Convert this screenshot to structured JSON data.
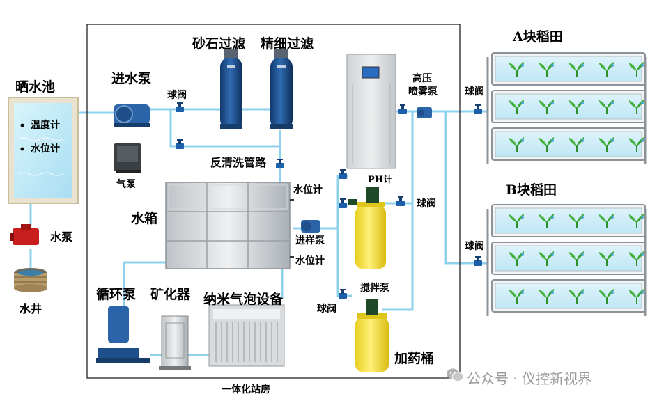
{
  "labels": {
    "sun_pool": "晒水池",
    "thermometer": "温度计",
    "level_meter": "水位计",
    "water_pump": "水泵",
    "well": "水井",
    "inlet_pump": "进水泵",
    "ball_valve": "球阀",
    "sand_filter": "砂石过滤",
    "fine_filter": "精细过滤",
    "backwash": "反清洗管路",
    "air_pump": "气泵",
    "tank": "水箱",
    "tank_level_top": "水位计",
    "tank_level_bottom": "水位计",
    "sample_pump": "进样泵",
    "ph_meter": "PH计",
    "stir_pump": "搅拌泵",
    "dosing_bucket": "加药桶",
    "circ_pump": "循环泵",
    "mineralizer": "矿化器",
    "nano_bubble": "纳米气泡设备",
    "station": "一体化站房",
    "hp_pump_1": "高压",
    "hp_pump_2": "喷雾泵",
    "ball_valve_right1": "球阀",
    "ball_valve_mid": "球阀",
    "ball_valve_right2": "球阀",
    "ball_valve_bottom": "球阀",
    "field_a": "A块稻田",
    "field_b": "B块稻田"
  },
  "watermark": {
    "text": "公众号 · 仪控新视界",
    "icon": "wechat-icon"
  },
  "colors": {
    "pipe": "#8fd0ec",
    "valve": "#1d5fa8",
    "bed_frame": "#9aa0a6",
    "water": "#c6ecf8",
    "plant": "#3aa635"
  }
}
